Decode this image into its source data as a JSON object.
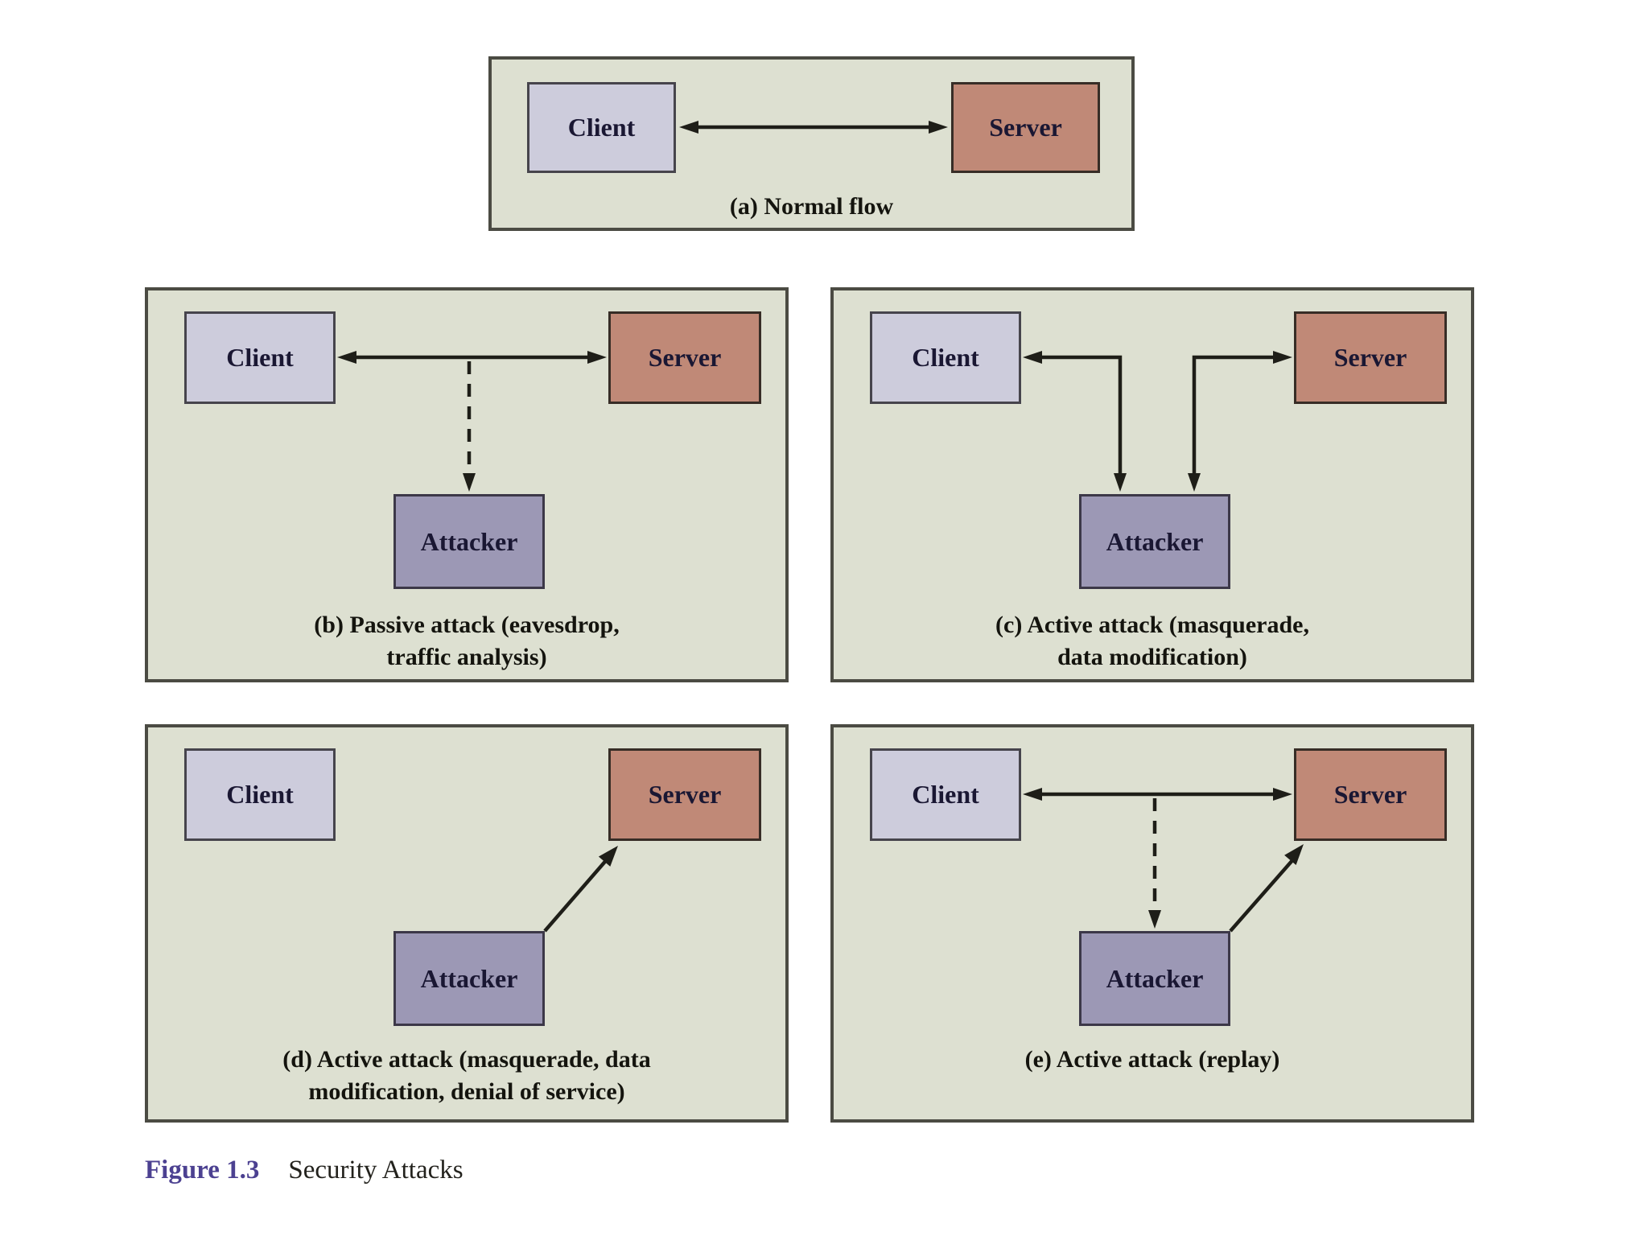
{
  "figure": {
    "label": "Figure 1.3",
    "title": "Security Attacks"
  },
  "nodes": {
    "client": "Client",
    "server": "Server",
    "attacker": "Attacker"
  },
  "panels": {
    "a": {
      "captions": [
        "(a) Normal flow"
      ]
    },
    "b": {
      "captions": [
        "(b) Passive attack (eavesdrop,",
        "traffic analysis)"
      ]
    },
    "c": {
      "captions": [
        "(c) Active attack (masquerade,",
        "data modification)"
      ]
    },
    "d": {
      "captions": [
        "(d) Active attack (masquerade, data",
        "modification, denial of service)"
      ]
    },
    "e": {
      "captions": [
        "(e) Active attack (replay)"
      ]
    }
  },
  "colors": {
    "page_background": "#ffffff",
    "panel_background": "#dde0d1",
    "panel_border": "#4b4b43",
    "client_fill": "#cdccdc",
    "server_fill": "#c08977",
    "attacker_fill": "#9c98b5",
    "box_text": "#1a1733",
    "arrow": "#1e1e18",
    "caption_text": "#14140e",
    "figure_label_color": "#4c4191",
    "figure_title_color": "#23221d"
  }
}
